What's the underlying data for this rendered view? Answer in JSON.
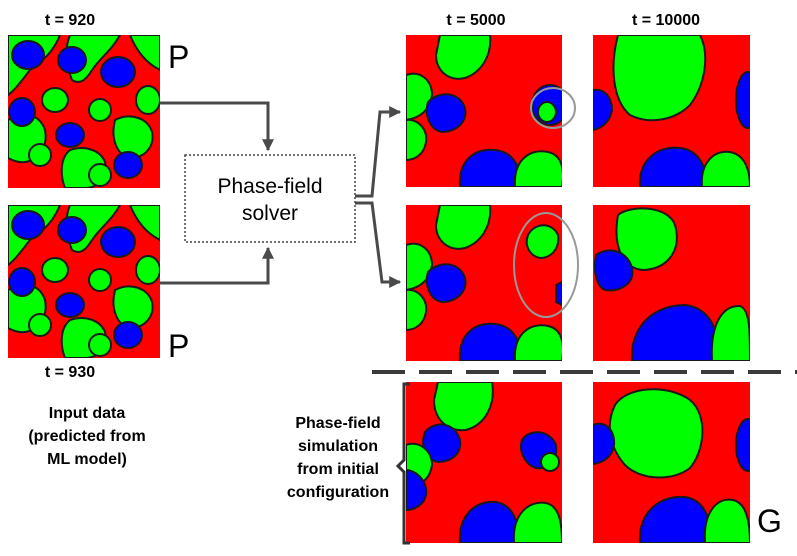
{
  "labels": {
    "t920": "t = 920",
    "t930": "t = 930",
    "t5000": "t = 5000",
    "t10000": "t = 10000",
    "p_top": "P",
    "p_bottom": "P",
    "g": "G",
    "solver_line1": "Phase-field",
    "solver_line2": "solver",
    "input_line1": "Input data",
    "input_line2": "(predicted from",
    "input_line3": "ML model)",
    "sim_line1": "Phase-field",
    "sim_line2": "simulation",
    "sim_line3": "from initial",
    "sim_line4": "configuration"
  },
  "colors": {
    "matrix": "#ff0000",
    "phase_blue": "#0000ff",
    "phase_green": "#00ff00",
    "boundary": "#1a1a1a",
    "arrow": "#4a4a4a",
    "highlight": "#999999"
  }
}
